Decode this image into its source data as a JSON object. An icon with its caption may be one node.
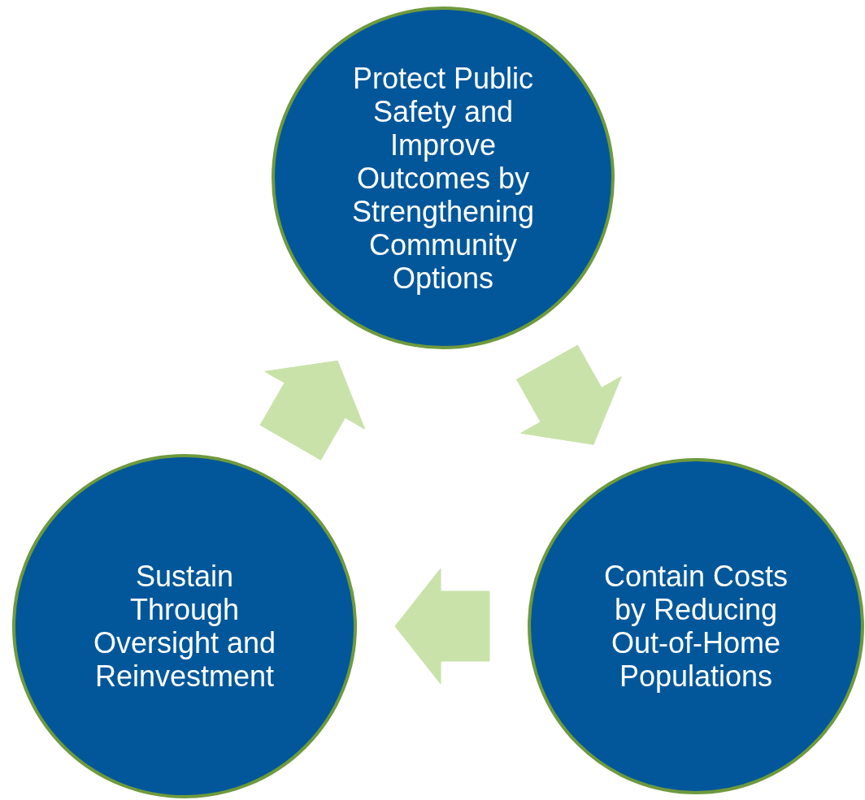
{
  "diagram": {
    "nodes": [
      {
        "text": [
          "Protect Public Safety and Improve Outcomes by Strengthening Community Options"
        ]
      },
      {
        "text": [
          "Contain Costs by Reducing Out-of-Home Populations"
        ]
      },
      {
        "text": [
          "Sustain Through Oversight and Reinvestment"
        ]
      }
    ],
    "edges": [
      {
        "from": 0,
        "to": 1,
        "arrow": "to"
      },
      {
        "from": 1,
        "to": 2,
        "arrow": "to"
      },
      {
        "from": 2,
        "to": 0,
        "arrow": "to"
      }
    ]
  }
}
